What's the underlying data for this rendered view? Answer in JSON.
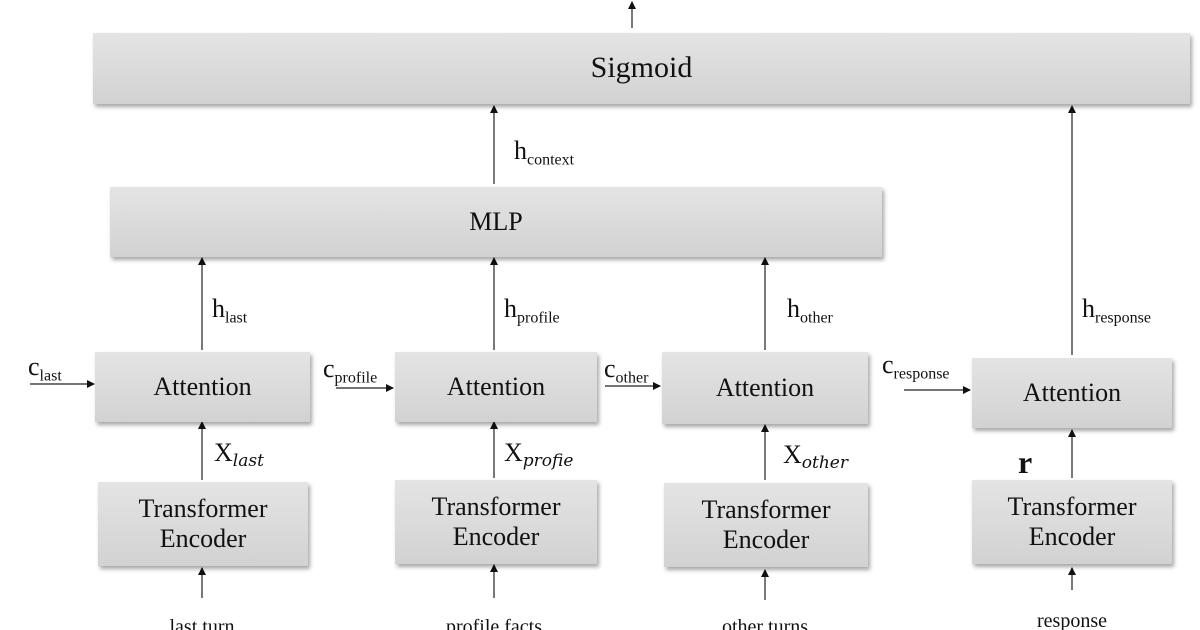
{
  "boxes": {
    "sigmoid": "Sigmoid",
    "mlp": "MLP",
    "attention": "Attention",
    "encoder_line1": "Transformer",
    "encoder_line2": "Encoder"
  },
  "labels": {
    "h": "h",
    "c": "c",
    "x": "X",
    "r": "r",
    "sub_context": "context",
    "sub_last": "last",
    "sub_profile": "profile",
    "sub_other": "other",
    "sub_response": "response",
    "x_last": "last",
    "x_profile": "profie",
    "x_other": "other"
  },
  "inputs": {
    "last": "last turn",
    "profile": "profile facts",
    "other": "other turns",
    "response": "response"
  }
}
